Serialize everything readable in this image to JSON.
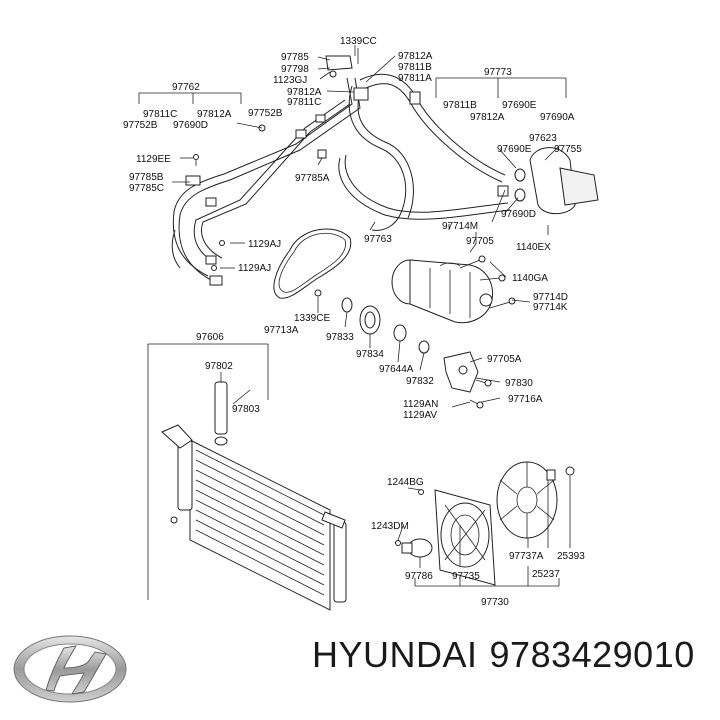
{
  "diagram": {
    "labels": {
      "l1339cc_top": "1339CC",
      "l97785": "97785",
      "l97798": "97798",
      "l1123gj": "1123GJ",
      "l97812a_a": "97812A",
      "l97811c_a": "97811C",
      "l97812a_b": "97812A",
      "l97811b_b": "97811B",
      "l97811a_b": "97811A",
      "l97762": "97762",
      "l97811c_b": "97811C",
      "l97812a_c": "97812A",
      "l97752b_a": "97752B",
      "l97690d_a": "97690D",
      "l97752b_b": "97752B",
      "l97773": "97773",
      "l97811b_c": "97811B",
      "l97690e_a": "97690E",
      "l97812a_d": "97812A",
      "l97690a": "97690A",
      "l97623": "97623",
      "l97690e_b": "97690E",
      "l97755": "97755",
      "l1129ee": "1129EE",
      "l97785b": "97785B",
      "l97785c": "97785C",
      "l97785a": "97785A",
      "l97714m": "97714M",
      "l97690d_b": "97690D",
      "l97763": "97763",
      "l97705_a": "97705",
      "l1140ex": "1140EX",
      "l1129aj_a": "1129AJ",
      "l1129aj_b": "1129AJ",
      "l1140ga": "1140GA",
      "l97714d": "97714D",
      "l97714k": "97714K",
      "l1339ce": "1339CE",
      "l97713a": "97713A",
      "l97833": "97833",
      "l97834": "97834",
      "l97644a": "97644A",
      "l97832": "97832",
      "l97705a": "97705A",
      "l97830": "97830",
      "l97716a": "97716A",
      "l1129an": "1129AN",
      "l1129av": "1129AV",
      "l97606": "97606",
      "l97802": "97802",
      "l97803": "97803",
      "l1244bg": "1244BG",
      "l1243dm": "1243DM",
      "l97786": "97786",
      "l97735": "97735",
      "l97737a": "97737A",
      "l25393": "25393",
      "l25237": "25237",
      "l97730": "97730"
    }
  },
  "footer": {
    "brand": "HYUNDAI",
    "part_number": "9783429010",
    "logo_icon": "hyundai-logo-icon"
  }
}
